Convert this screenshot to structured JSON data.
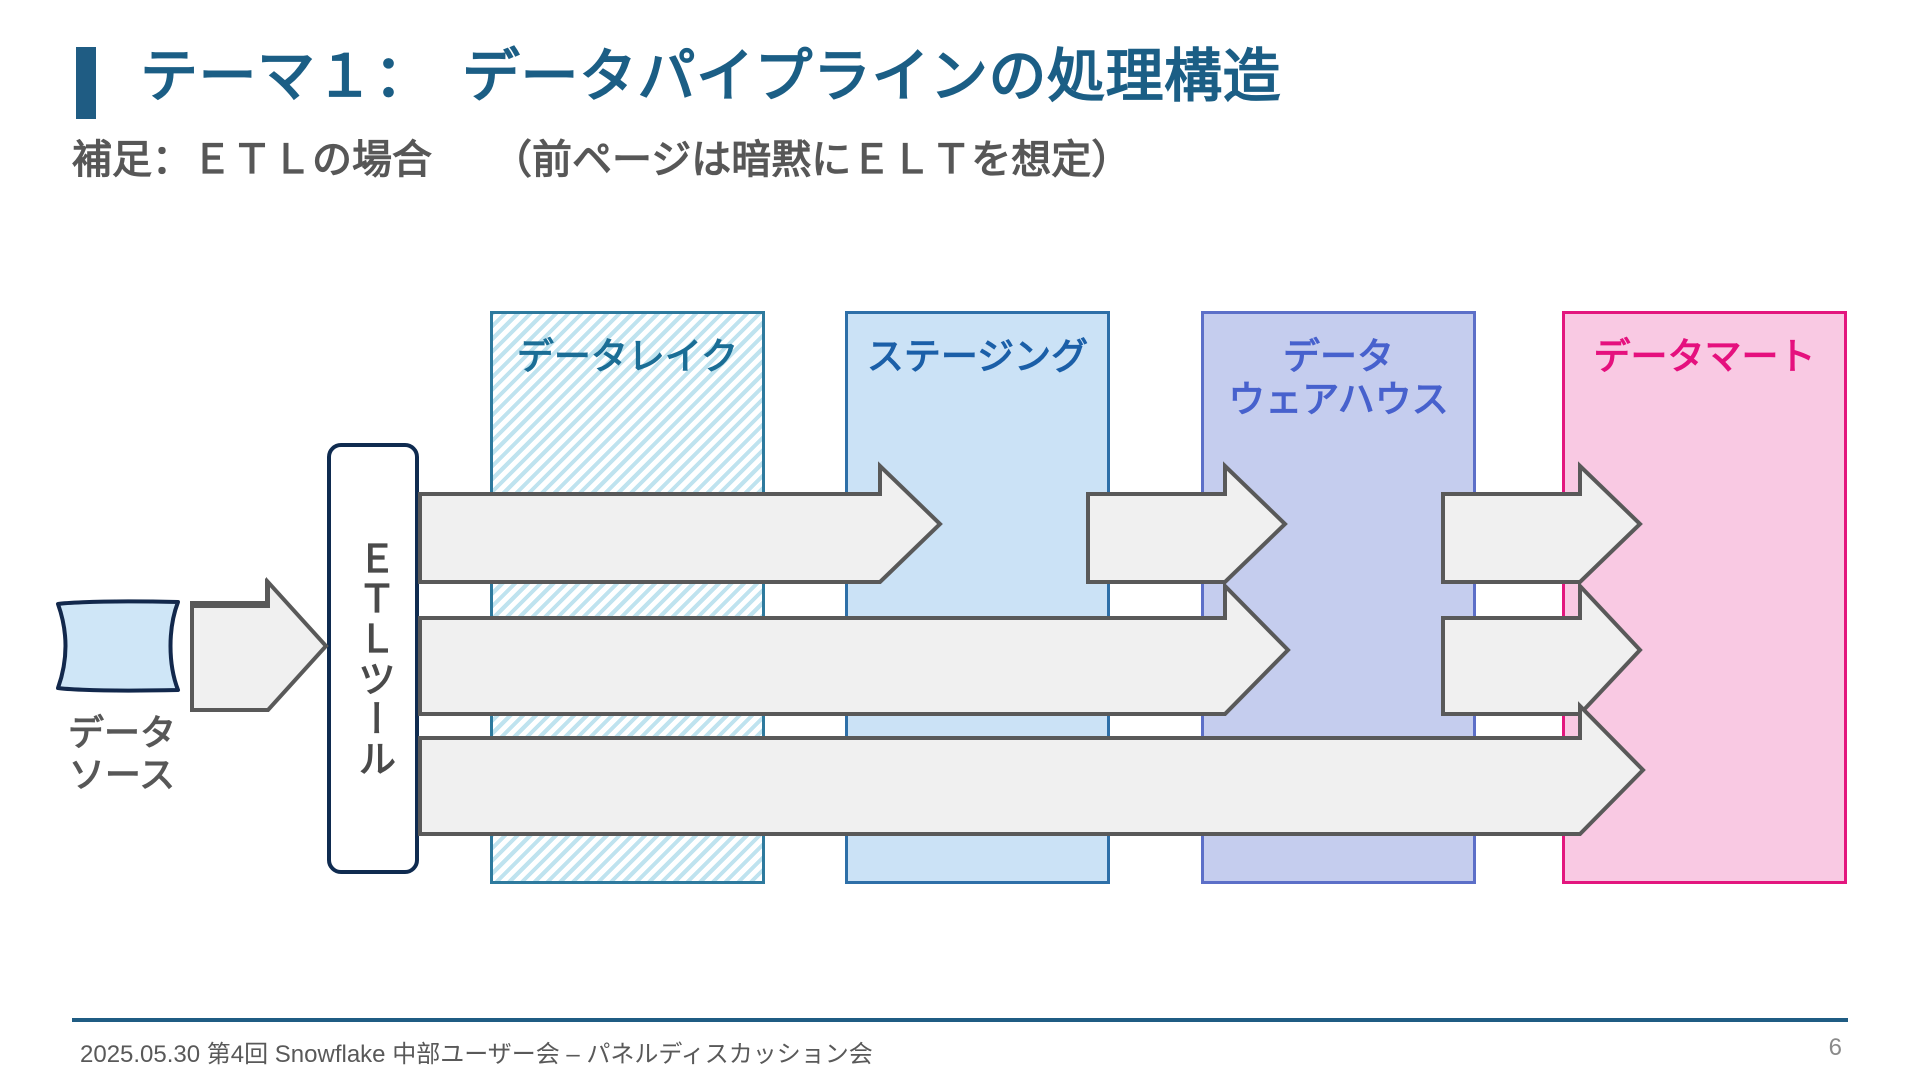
{
  "slide": {
    "title": "テーマ１：　データパイプラインの処理構造",
    "subtitle": "補足：ＥＴＬの場合　　（前ページは暗黙にＥＬＴを想定）",
    "page_number": "6",
    "footer": "2025.05.30 第4回 Snowflake 中部ユーザー会 – パネルディスカッション会",
    "accent_color": "#1F5C83",
    "title_color": "#1B5E85",
    "subtitle_color": "#575757"
  },
  "diagram": {
    "source": {
      "label": "データ\nソース",
      "shape": "cylinder",
      "fill": "#cfe6f7",
      "stroke": "#12284C",
      "label_color": "#575757"
    },
    "etl_tool": {
      "label": "ＥＴＬツール",
      "orientation": "vertical",
      "fill": "#ffffff",
      "stroke": "#0F2B50",
      "label_color": "#4a4a4a"
    },
    "zones": [
      {
        "id": "data-lake",
        "label": "データレイク",
        "fill": "#ffffff",
        "pattern": "diagonal-stripes",
        "pattern_color": "#bfe3ef",
        "stroke": "#2E7A9E",
        "text_color": "#1B6E96"
      },
      {
        "id": "staging",
        "label": "ステージング",
        "fill": "#cbe2f6",
        "pattern": "solid",
        "stroke": "#2E6FA8",
        "text_color": "#1B5FA8"
      },
      {
        "id": "data-warehouse",
        "label": "データ\nウェアハウス",
        "fill": "#c5cdee",
        "pattern": "solid",
        "stroke": "#5C6FC8",
        "text_color": "#4761CD"
      },
      {
        "id": "data-mart",
        "label": "データマート",
        "fill": "#f9c9e3",
        "pattern": "solid",
        "stroke": "#E3167E",
        "text_color": "#E5107E"
      }
    ],
    "arrow_fill": "#f0f0f0",
    "arrow_stroke": "#595959",
    "flows": [
      {
        "id": "source-to-etl",
        "from": "データソース",
        "to": "ＥＴＬツール"
      },
      {
        "id": "etl-to-staging",
        "from": "ＥＴＬツール",
        "to": "ステージング"
      },
      {
        "id": "staging-to-dwh",
        "from": "ステージング",
        "to": "データウェアハウス"
      },
      {
        "id": "dwh-to-mart-1",
        "from": "データウェアハウス",
        "to": "データマート"
      },
      {
        "id": "etl-to-dwh",
        "from": "ＥＴＬツール",
        "to": "データウェアハウス"
      },
      {
        "id": "dwh-to-mart-2",
        "from": "データウェアハウス",
        "to": "データマート"
      },
      {
        "id": "etl-to-mart",
        "from": "ＥＴＬツール",
        "to": "データマート"
      }
    ]
  }
}
